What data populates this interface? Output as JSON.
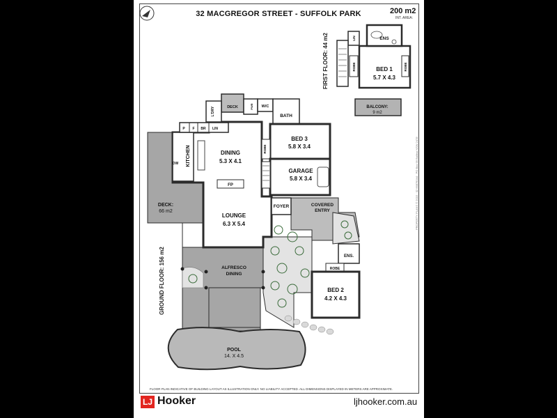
{
  "header": {
    "title": "32 MACGREGOR STREET - SUFFOLK PARK",
    "total_area": "200 m2",
    "total_area_sub": "INT. AREA:"
  },
  "levels": {
    "first_floor": "FIRST FLOOR: 44 m2",
    "ground_floor": "GROUND FLOOR: 156 m2"
  },
  "rooms": {
    "bed1_name": "BED 1",
    "bed1_size": "5.7 X 4.3",
    "ens_top": "ENS",
    "robe": "ROBE",
    "balcony_name": "BALCONY:",
    "balcony_size": "9 m2",
    "ln": "LIN",
    "deck_small": "DECK",
    "lndry": "L'DRY",
    "wc": "W/C",
    "bath": "BATH",
    "pwr": "PWR",
    "p": "P",
    "f": "F",
    "br": "BR",
    "lin": "LIN",
    "kitchen": "KITCHEN",
    "dw": "DW",
    "dining_name": "DINING",
    "dining_size": "5.3 X 4.1",
    "fp": "FP",
    "bed3_name": "BED 3",
    "bed3_size": "5.8 X 3.4",
    "garage_name": "GARAGE",
    "garage_size": "5.8 X 3.4",
    "deck_name": "DECK:",
    "deck_size": "66 m2",
    "lounge_name": "LOUNGE",
    "lounge_size": "6.3 X 5.4",
    "foyer": "FOYER",
    "covered_entry": "COVERED ENTRY",
    "covered_entry_1": "COVERED",
    "covered_entry_2": "ENTRY",
    "ens2": "ENS.",
    "alfresco_1": "ALFRESCO",
    "alfresco_2": "DINING",
    "bed2_name": "BED 2",
    "bed2_size": "4.2 X 4.3",
    "pool_name": "POOL",
    "pool_size": "14. X 4.5"
  },
  "footer": {
    "disclaimer": "FLOOR PLAN INDICATIVE OF BUILDING LAYOUT AS ILLUSTRATION ONLY. NO LIABILITY ACCEPTED. ALL DIMENSIONS DISPLAYED IN METERS ARE APPROXIMATE.",
    "side_note": "PROPERTY PLANS © 2015 · 02 66879044 · PO Box 99 Ballina NSW 2478",
    "logo_mark": "LJ",
    "logo_name": "Hooker",
    "website": "ljhooker.com.au"
  },
  "colors": {
    "wall": "#2b2b2b",
    "outdoor": "#b3b3b3",
    "deck": "#a6a6a6",
    "garden": "#e3e3e3",
    "pool": "#b9b9b9",
    "brand": "#e2251f"
  }
}
